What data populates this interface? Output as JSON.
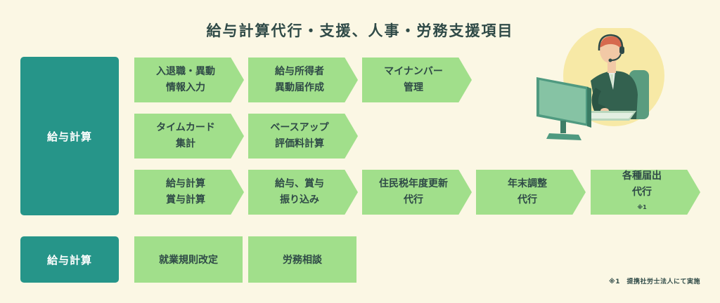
{
  "title": "給与計算代行・支援、人事・労務支援項目",
  "categories": [
    {
      "label": "給与計算"
    },
    {
      "label": "給与計算"
    }
  ],
  "row1": [
    {
      "line1": "入退職・異動",
      "line2": "情報入力"
    },
    {
      "line1": "給与所得者",
      "line2": "異動届作成"
    },
    {
      "line1": "マイナンバー",
      "line2": "管理"
    }
  ],
  "row2": [
    {
      "line1": "タイムカード",
      "line2": "集計"
    },
    {
      "line1": "ベースアップ",
      "line2": "評価料計算"
    }
  ],
  "row3": [
    {
      "line1": "給与計算",
      "line2": "賞与計算"
    },
    {
      "line1": "給与、賞与",
      "line2": "振り込み"
    },
    {
      "line1": "住民税年度更新",
      "line2": "代行"
    },
    {
      "line1": "年末調整",
      "line2": "代行"
    },
    {
      "line1": "各種届出",
      "line2": "代行",
      "note_mark": "※1"
    }
  ],
  "row4": [
    {
      "label": "就業規則改定"
    },
    {
      "label": "労務相談"
    }
  ],
  "footnote": "※1　提携社労士法人にて実施",
  "colors": {
    "background": "#fbf7e4",
    "category": "#269589",
    "item": "#a1df8b",
    "text": "#2f4a47"
  },
  "illustration": {
    "icon": "operator-headset-computer-icon"
  }
}
